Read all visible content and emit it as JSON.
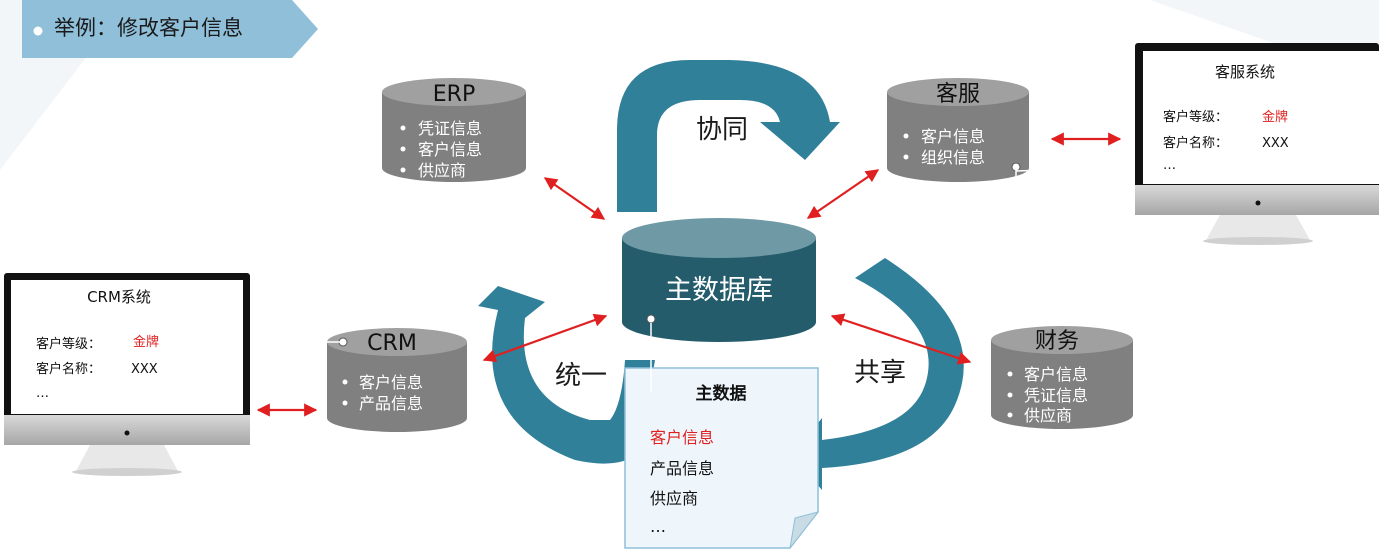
{
  "header": {
    "title": "举例：修改客户信息"
  },
  "center_db": {
    "label": "主数据库"
  },
  "flows": {
    "collaborate": "协同",
    "unify": "统一",
    "share": "共享"
  },
  "databases": {
    "erp": {
      "title": "ERP",
      "items": [
        "凭证信息",
        "客户信息",
        "供应商"
      ]
    },
    "service": {
      "title": "客服",
      "items": [
        "客户信息",
        "组织信息"
      ]
    },
    "crm": {
      "title": "CRM",
      "items": [
        "客户信息",
        "产品信息"
      ]
    },
    "finance": {
      "title": "财务",
      "items": [
        "客户信息",
        "凭证信息",
        "供应商"
      ]
    }
  },
  "master_doc": {
    "title": "主数据",
    "items": [
      "客户信息",
      "产品信息",
      "供应商",
      "…"
    ]
  },
  "monitors": {
    "service": {
      "title": "客服系统",
      "level_label": "客户等级：",
      "level_value": "金牌",
      "name_label": "客户名称：",
      "name_value": "XXX",
      "more": "…"
    },
    "crm": {
      "title": "CRM系统",
      "level_label": "客户等级：",
      "level_value": "金牌",
      "name_label": "客户名称：",
      "name_value": "XXX",
      "more": "…"
    }
  },
  "colors": {
    "teal": "#31809a",
    "db_dark": "#245c6c",
    "db_top": "#6f9aa5",
    "gray_db": "#808080",
    "red": "#e02020",
    "banner": "#8fbfd9"
  },
  "icons": [
    "bullet-dot-icon",
    "arrow-icon",
    "monitor-icon",
    "document-icon"
  ]
}
